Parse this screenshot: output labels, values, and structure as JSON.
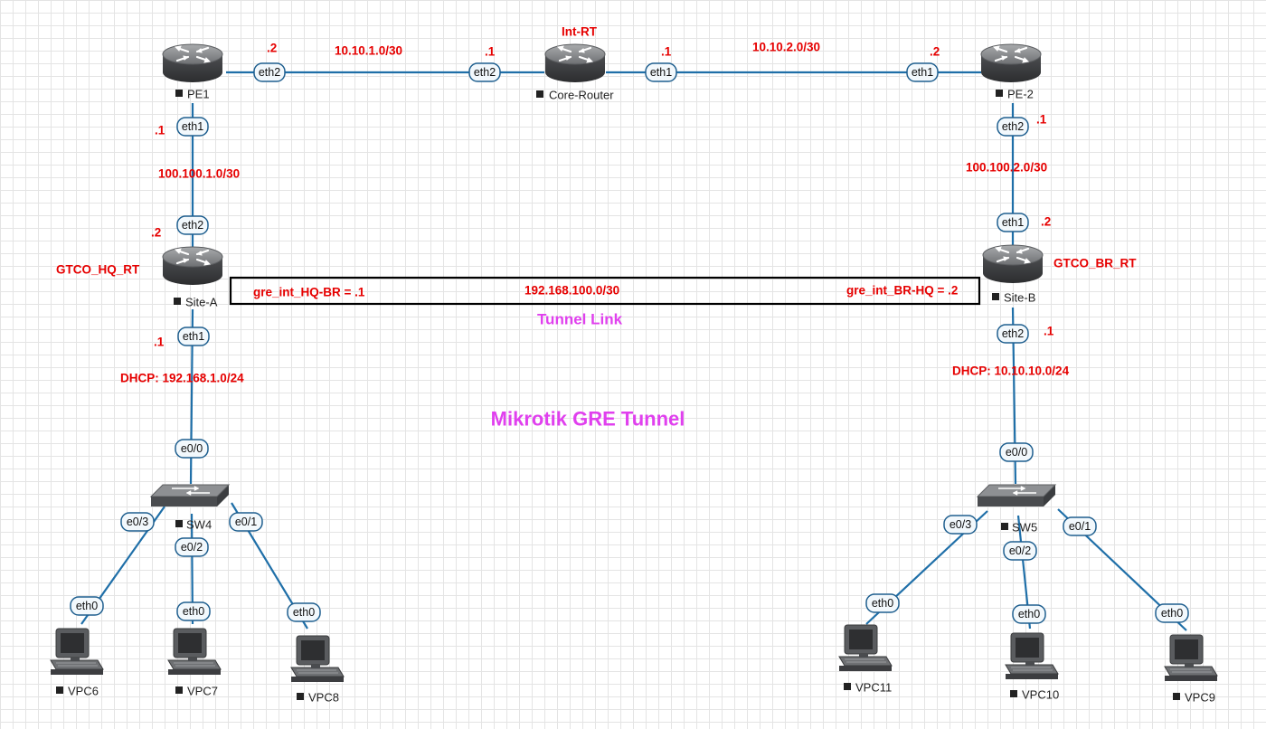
{
  "title": "Mikrotik GRE Tunnel",
  "tunnel": {
    "link_label": "Tunnel Link",
    "subnet": "192.168.100.0/30",
    "hq_iface": "gre_int_HQ-BR =  .1",
    "br_iface": "gre_int_BR-HQ = .2"
  },
  "nodes": {
    "pe1": "PE1",
    "core": "Core-Router",
    "pe2": "PE-2",
    "site_a": "Site-A",
    "site_b": "Site-B",
    "sw4": "SW4",
    "sw5": "SW5",
    "vpc6": "VPC6",
    "vpc7": "VPC7",
    "vpc8": "VPC8",
    "vpc9": "VPC9",
    "vpc10": "VPC10",
    "vpc11": "VPC11"
  },
  "ports": {
    "pe1_eth2": "eth2",
    "pe1_eth1": "eth1",
    "core_eth2": "eth2",
    "core_eth1": "eth1",
    "pe2_eth1": "eth1",
    "pe2_eth2": "eth2",
    "sitea_eth2": "eth2",
    "sitea_eth1": "eth1",
    "siteb_eth1": "eth1",
    "siteb_eth2": "eth2",
    "sw4_e00": "e0/0",
    "sw4_e03": "e0/3",
    "sw4_e02": "e0/2",
    "sw4_e01": "e0/1",
    "sw5_e00": "e0/0",
    "sw5_e03": "e0/3",
    "sw5_e02": "e0/2",
    "sw5_e01": "e0/1",
    "vpc6_eth0": "eth0",
    "vpc7_eth0": "eth0",
    "vpc8_eth0": "eth0",
    "vpc11_eth0": "eth0",
    "vpc10_eth0": "eth0",
    "vpc9_eth0": "eth0"
  },
  "labels": {
    "int_rt": "Int-RT",
    "net_pe1_core": "10.10.1.0/30",
    "net_core_pe2": "10.10.2.0/30",
    "pe1_eth2_ip": ".2",
    "core_eth2_ip": ".1",
    "core_eth1_ip": ".1",
    "pe2_eth1_ip": ".2",
    "pe1_eth1_ip": ".1",
    "net_pe1_sitea": "100.100.1.0/30",
    "sitea_eth2_ip": ".2",
    "pe2_eth2_ip": ".1",
    "net_pe2_siteb": "100.100.2.0/30",
    "siteb_eth1_ip": ".2",
    "hq_rt": "GTCO_HQ_RT",
    "br_rt": "GTCO_BR_RT",
    "sitea_eth1_ip": ".1",
    "siteb_eth2_ip": ".1",
    "dhcp_a": "DHCP: 192.168.1.0/24",
    "dhcp_b": "DHCP: 10.10.10.0/24"
  },
  "colors": {
    "link": "#1f6fa8",
    "annotation": "#e60000",
    "title": "#e040ee",
    "grid": "#e4e4e4"
  },
  "icons": {
    "router": "router-icon",
    "switch": "switch-icon",
    "pc": "pc-icon"
  }
}
